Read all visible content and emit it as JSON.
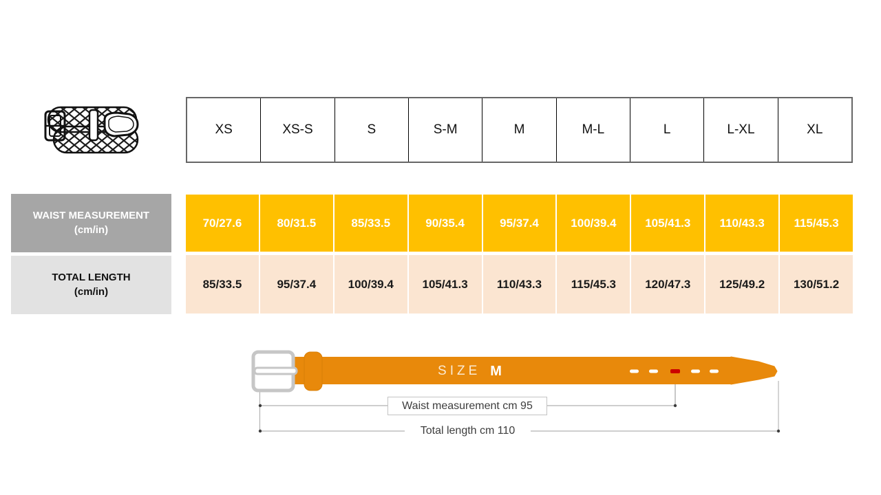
{
  "sizes_header": {
    "columns": [
      "XS",
      "XS-S",
      "S",
      "S-M",
      "M",
      "M-L",
      "L",
      "L-XL",
      "XL"
    ]
  },
  "measurement_table": {
    "waist_row": {
      "label": "WAIST MEASUREMENT",
      "unit": "(cm/in)",
      "values": [
        "70/27.6",
        "80/31.5",
        "85/33.5",
        "90/35.4",
        "95/37.4",
        "100/39.4",
        "105/41.3",
        "110/43.3",
        "115/45.3"
      ]
    },
    "length_row": {
      "label": "TOTAL LENGTH",
      "unit": "(cm/in)",
      "values": [
        "85/33.5",
        "95/37.4",
        "100/39.4",
        "105/41.3",
        "110/43.3",
        "115/45.3",
        "120/47.3",
        "125/49.2",
        "130/51.2"
      ]
    }
  },
  "belt_diagram": {
    "size_word": "SIZE",
    "size_value": "M",
    "waist_caption": "Waist measurement cm 95",
    "length_caption": "Total length cm 110"
  },
  "icons": {
    "braided_belt_icon": "black-and-white coiled braided belt illustration"
  },
  "colors": {
    "waist_cell_bg": "#ffc000",
    "length_cell_bg": "#fbe5d1",
    "waist_label_bg": "#a6a6a6",
    "length_label_bg": "#e2e2e2",
    "belt_orange": "#e8890b",
    "center_hole_red": "#cc0000",
    "buckle_gray": "#c6c6c6"
  }
}
